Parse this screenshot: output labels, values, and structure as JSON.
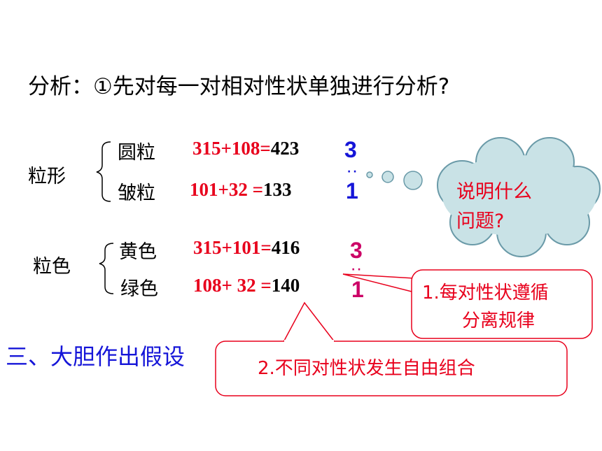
{
  "title": "分析：①先对每一对相对性状单独进行分析?",
  "shape": {
    "label": "粒形",
    "rows": [
      {
        "name": "圆粒",
        "sum": "315+108=",
        "total": "423"
      },
      {
        "name": "皱粒",
        "sum": "101+32 =",
        "total": "133"
      }
    ],
    "ratio_top": "3",
    "ratio_bottom": "1",
    "ratio_color": "#1515d8"
  },
  "color": {
    "label": "粒色",
    "rows": [
      {
        "name": "黄色",
        "sum": "315+101=",
        "total": "416"
      },
      {
        "name": "绿色",
        "sum": "108+ 32 =",
        "total": "140"
      }
    ],
    "ratio_top": "3",
    "ratio_bottom": "1",
    "ratio_color": "#cc0066"
  },
  "thought_bubble": {
    "line1": "说明什么",
    "line2": "问题?",
    "fill": "#c9e2e6"
  },
  "callout1": {
    "line1": "1.每对性状遵循",
    "line2": "分离规律"
  },
  "callout2": {
    "text": "2.不同对性状发生自由组合"
  },
  "section_heading": "三、大胆作出假设",
  "colors": {
    "red": "#e8001c",
    "blue": "#1515d8",
    "magenta": "#cc0066"
  }
}
